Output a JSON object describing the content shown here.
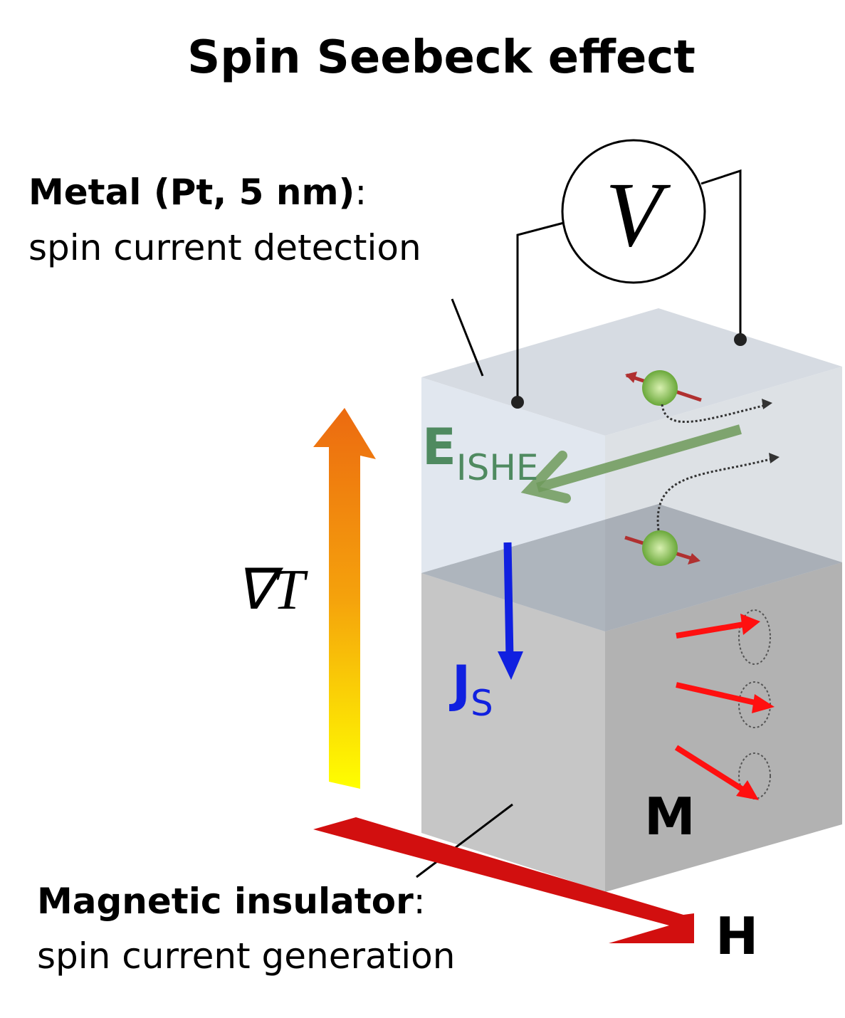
{
  "title": "Spin Seebeck effect",
  "metal_label": {
    "bold": "Metal (Pt, 5 nm)",
    "colon": ":",
    "sub": "spin current detection"
  },
  "insulator_label": {
    "bold": "Magnetic insulator",
    "colon": ":",
    "sub": "spin current generation"
  },
  "voltmeter": "V",
  "gradient_label": "∇T",
  "field_label": "H",
  "magnetization_label": "M",
  "eishe": {
    "main": "E",
    "sub": "ISHE"
  },
  "js": {
    "main": "J",
    "sub": "S"
  },
  "colors": {
    "field": "#d20f0f",
    "spin_current": "#1020e0",
    "eishe": "#6e9a5a",
    "magnetization": "#ff1010"
  }
}
